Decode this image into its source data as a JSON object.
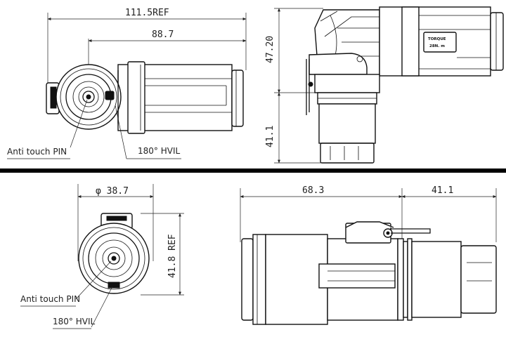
{
  "dimensions": {
    "overall_length_ref": "111.5REF",
    "length_88": "88.7",
    "height_upper": "47.20",
    "height_lower": "41.1",
    "diameter": "38.7",
    "height_ref": "41.8 REF",
    "body_length": "68.3",
    "lock_length": "41.1"
  },
  "callouts": {
    "anti_touch_pin_top": "Anti touch PIN",
    "hvil_top": "180° HVIL",
    "anti_touch_pin_bottom": "Anti touch PIN",
    "hvil_bottom": "180° HVIL"
  },
  "label_plate": {
    "line1": "TORQUE",
    "line2": "28N. m"
  },
  "colors": {
    "line": "#111111",
    "divider": "#000000",
    "background": "#ffffff"
  }
}
